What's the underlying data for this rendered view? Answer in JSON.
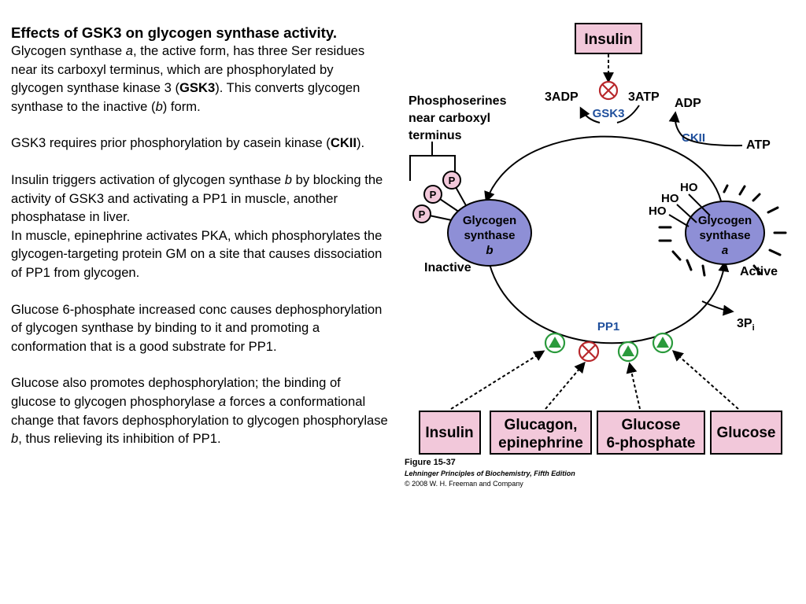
{
  "text": {
    "title": "Effects of GSK3 on glycogen synthase activity.",
    "p1": [
      {
        "t": "Glycogen synthase "
      },
      {
        "t": "a",
        "s": "i"
      },
      {
        "t": ", the active form, has three Ser residues near its carboxyl terminus, which are phosphorylated by glycogen synthase kinase 3 ("
      },
      {
        "t": "GSK3",
        "s": "b"
      },
      {
        "t": "). This converts glycogen synthase to the inactive ("
      },
      {
        "t": "b",
        "s": "i"
      },
      {
        "t": ") form."
      }
    ],
    "p2": [
      {
        "t": "GSK3 requires prior phosphorylation by casein kinase ("
      },
      {
        "t": "CKII",
        "s": "b"
      },
      {
        "t": ")."
      }
    ],
    "p3a": [
      {
        "t": "Insulin triggers activation of glycogen synthase "
      },
      {
        "t": "b",
        "s": "i"
      },
      {
        "t": " by blocking the activity of GSK3 and activating a PP1 in muscle, another phosphatase in liver."
      }
    ],
    "p3b": [
      {
        "t": "In muscle, epinephrine activates PKA, which phosphorylates the glycogen-targeting protein GM on a site that causes dissociation of PP1 from glycogen."
      }
    ],
    "p4": [
      {
        "t": "Glucose 6-phosphate increased conc causes dephosphorylation of glycogen synthase by binding to it and promoting a conformation that is a good substrate for PP1."
      }
    ],
    "p5": [
      {
        "t": "Glucose also promotes dephosphorylation; the binding of glucose to glycogen phosphorylase "
      },
      {
        "t": "a",
        "s": "i"
      },
      {
        "t": " forces a conformational change that favors dephosphorylation to glycogen phosphorylase "
      },
      {
        "t": "b",
        "s": "i"
      },
      {
        "t": ", thus relieving its inhibition of PP1."
      }
    ]
  },
  "diagram": {
    "insulin_top": "Insulin",
    "gsk3": "GSK3",
    "adp3": "3ADP",
    "atp3": "3ATP",
    "adp": "ADP",
    "ckii": "CKII",
    "atp": "ATP",
    "phosphoserines": [
      "Phosphoserines",
      "near carboxyl",
      "terminus"
    ],
    "p": "P",
    "ho": "HO",
    "gs_b": [
      "Glycogen",
      "synthase",
      "b"
    ],
    "gs_a": [
      "Glycogen",
      "synthase",
      "a"
    ],
    "inactive": "Inactive",
    "active": "Active",
    "pp1": "PP1",
    "three_p": "3P",
    "three_p_sub": "i",
    "boxes": [
      "Insulin",
      [
        "Glucagon,",
        "epinephrine"
      ],
      [
        "Glucose",
        "6-phosphate"
      ],
      "Glucose"
    ],
    "figure": "Figure 15-37",
    "figure_book": "Lehninger Principles of Biochemistry, Fifth Edition",
    "figure_copy": "© 2008 W. H. Freeman and Company",
    "colors": {
      "box_fill": "#f2c8da",
      "box_stroke": "#000000",
      "ellipse_fill": "#8e8fd6",
      "blue_label": "#1f4f9c",
      "green": "#2a9a3c",
      "red": "#b8282c"
    }
  }
}
